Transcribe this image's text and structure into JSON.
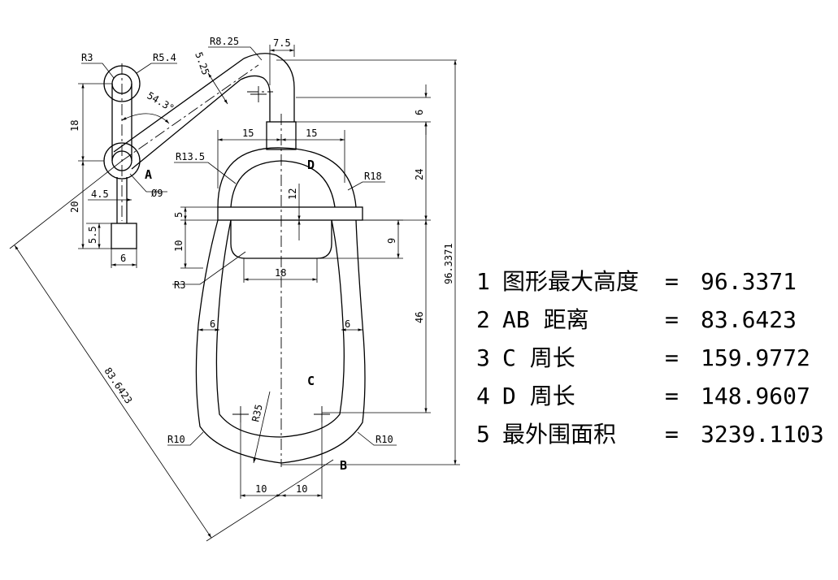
{
  "drawing": {
    "labels": {
      "point_a": "A",
      "point_b": "B",
      "region_c": "C",
      "region_d": "D"
    },
    "dimensions": {
      "r3_top": "R3",
      "r5_4": "R5.4",
      "r8_25": "R8.25",
      "d7_5": "7.5",
      "d5_25": "5.25",
      "a54_3": "54.3°",
      "d18_left": "18",
      "d20_left": "20",
      "d4_5": "4.5",
      "phi9": "Ø9",
      "d5_5": "5.5",
      "d6_bottom": "6",
      "d6_right_top": "6",
      "d15_left": "15",
      "d15_right": "15",
      "r13_5": "R13.5",
      "r18": "R18",
      "d12": "12",
      "d24": "24",
      "d5_mid": "5",
      "d10_mid": "10",
      "d9": "9",
      "d18_mid": "18",
      "r3_mid": "R3",
      "d6_left_wall": "6",
      "d6_right_wall": "6",
      "d46": "46",
      "r35": "R35",
      "r10_left": "R10",
      "r10_right": "R10",
      "d10_bottom_left": "10",
      "d10_bottom_right": "10",
      "d83_6423": "83.6423",
      "d96_3371": "96.3371"
    }
  },
  "results": [
    {
      "index": "1",
      "name": "图形最大高度",
      "eq": "=",
      "value": "96.3371"
    },
    {
      "index": "2",
      "name": "AB 距离",
      "eq": "=",
      "value": "83.6423"
    },
    {
      "index": "3",
      "name": "C 周长",
      "eq": "=",
      "value": "159.9772"
    },
    {
      "index": "4",
      "name": "D 周长",
      "eq": "=",
      "value": "148.9607"
    },
    {
      "index": "5",
      "name": "最外围面积",
      "eq": "=",
      "value": "3239.1103"
    }
  ]
}
